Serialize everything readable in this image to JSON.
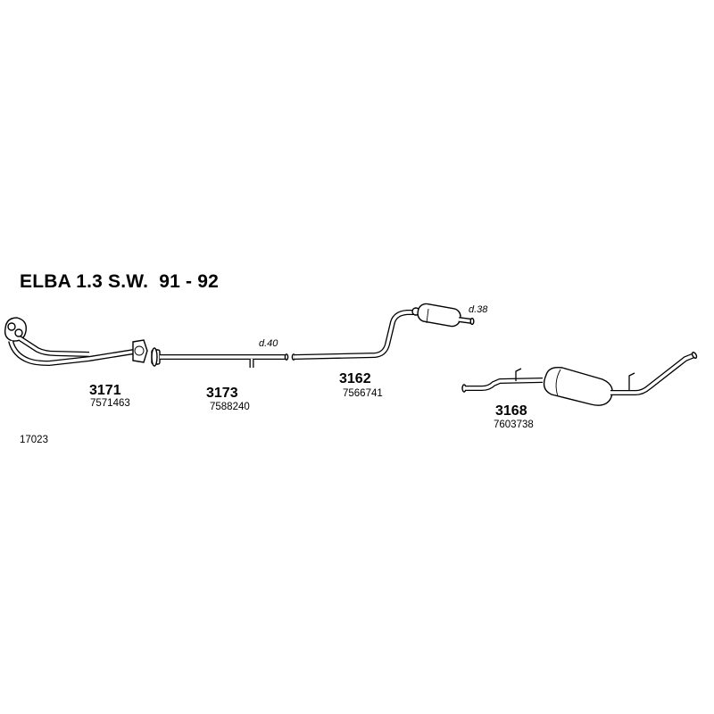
{
  "title": "ELBA 1.3 S.W.  91 - 92",
  "diagram_id": "17023",
  "parts": [
    {
      "number": "3171",
      "code": "7571463"
    },
    {
      "number": "3173",
      "code": "7588240",
      "diameter": "d.40"
    },
    {
      "number": "3162",
      "code": "7566741",
      "diameter": "d.38"
    },
    {
      "number": "3168",
      "code": "7603738"
    }
  ]
}
